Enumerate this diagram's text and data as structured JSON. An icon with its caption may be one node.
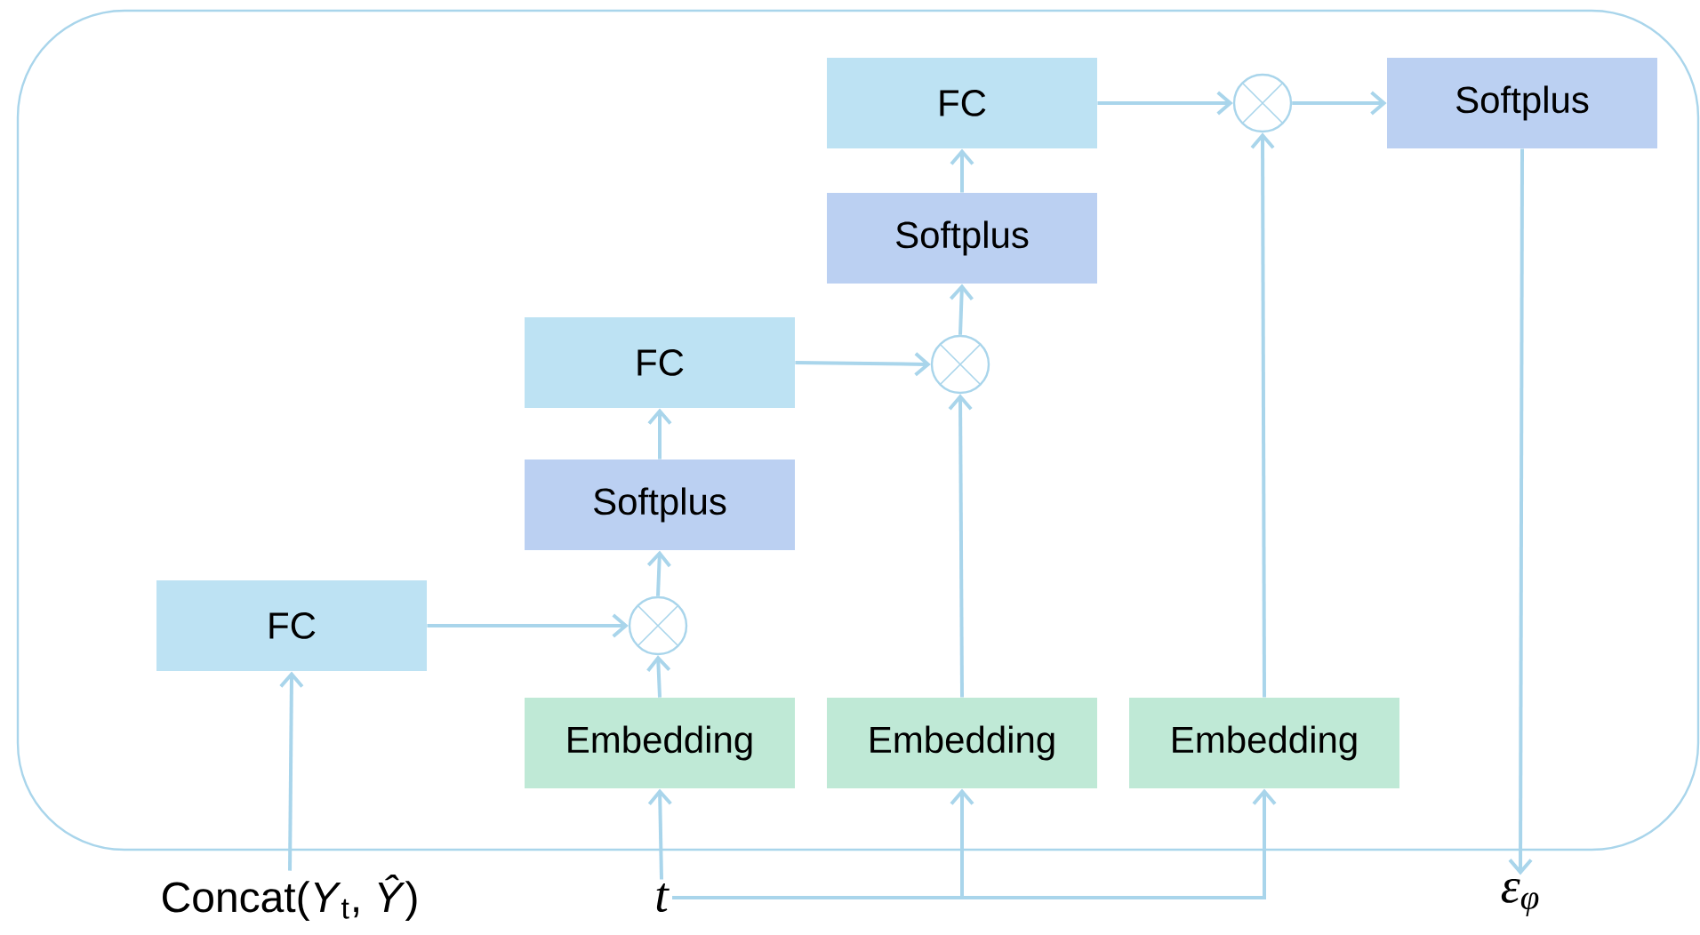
{
  "diagram": {
    "nodes": [
      {
        "text": [
          "FC"
        ]
      },
      {
        "text": [
          "Embedding"
        ]
      },
      {
        "text": [],
        "shape": "circle"
      },
      {
        "text": [
          "Softplus"
        ]
      },
      {
        "text": [
          "FC"
        ]
      },
      {
        "text": [
          "Embedding"
        ]
      },
      {
        "text": [],
        "shape": "circle"
      },
      {
        "text": [
          "Softplus"
        ]
      },
      {
        "text": [
          "FC"
        ]
      },
      {
        "text": [
          "Embedding"
        ]
      },
      {
        "text": [],
        "shape": "circle"
      },
      {
        "text": [
          "Softplus"
        ]
      },
      {
        "text": [
          "Concat(*Y*$_{t}$, *Ŷ*)"
        ]
      },
      {
        "text": [
          "t"
        ]
      },
      {
        "text": [
          "ε$_{φ}$"
        ]
      }
    ],
    "edges": [
      {
        "from": 12,
        "to": 0,
        "arrow": "to"
      },
      {
        "from": 13,
        "to": 1,
        "arrow": "to"
      },
      {
        "from": 13,
        "to": 5,
        "arrow": "to"
      },
      {
        "from": 13,
        "to": 9,
        "arrow": "to"
      },
      {
        "from": 0,
        "to": 2,
        "arrow": "to"
      },
      {
        "from": 1,
        "to": 2,
        "arrow": "to"
      },
      {
        "from": 2,
        "to": 3,
        "arrow": "to"
      },
      {
        "from": 3,
        "to": 4,
        "arrow": "to"
      },
      {
        "from": 4,
        "to": 6,
        "arrow": "to"
      },
      {
        "from": 5,
        "to": 6,
        "arrow": "to"
      },
      {
        "from": 6,
        "to": 7,
        "arrow": "to"
      },
      {
        "from": 7,
        "to": 8,
        "arrow": "to"
      },
      {
        "from": 8,
        "to": 10,
        "arrow": "to"
      },
      {
        "from": 9,
        "to": 10,
        "arrow": "to"
      },
      {
        "from": 10,
        "to": 11,
        "arrow": "to"
      },
      {
        "from": 11,
        "to": 14,
        "arrow": "to"
      }
    ]
  }
}
